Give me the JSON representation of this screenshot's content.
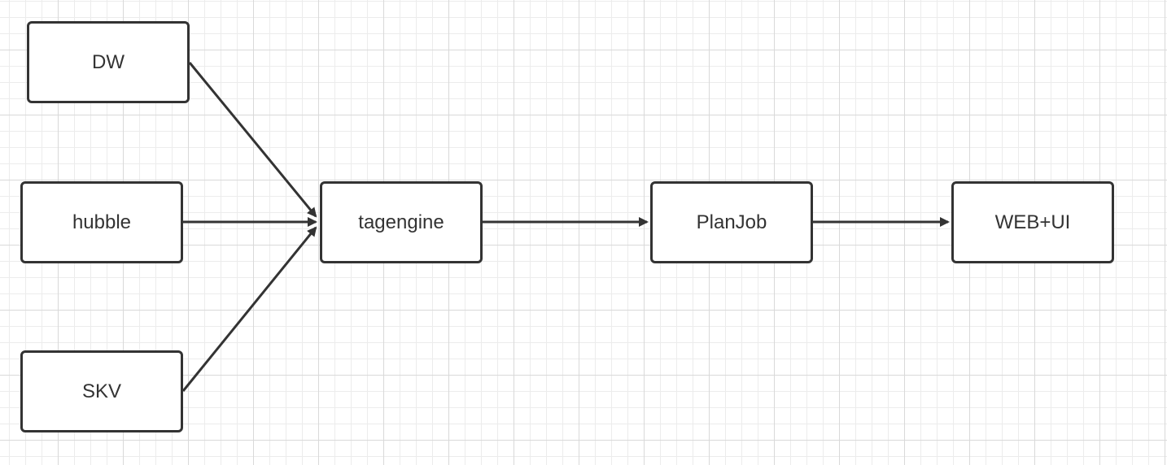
{
  "nodes": {
    "dw": {
      "label": "DW"
    },
    "hubble": {
      "label": "hubble"
    },
    "skv": {
      "label": "SKV"
    },
    "tagengine": {
      "label": "tagengine"
    },
    "planjob": {
      "label": "PlanJob"
    },
    "webui": {
      "label": "WEB+UI"
    }
  },
  "edges": [
    {
      "from": "dw",
      "to": "tagengine"
    },
    {
      "from": "hubble",
      "to": "tagengine"
    },
    {
      "from": "skv",
      "to": "tagengine"
    },
    {
      "from": "tagengine",
      "to": "planjob"
    },
    {
      "from": "planjob",
      "to": "webui"
    }
  ],
  "colors": {
    "stroke": "#333333",
    "text": "#333333",
    "node_fill": "#ffffff",
    "grid_major": "#d9d9d9",
    "grid_minor": "#ececec"
  }
}
